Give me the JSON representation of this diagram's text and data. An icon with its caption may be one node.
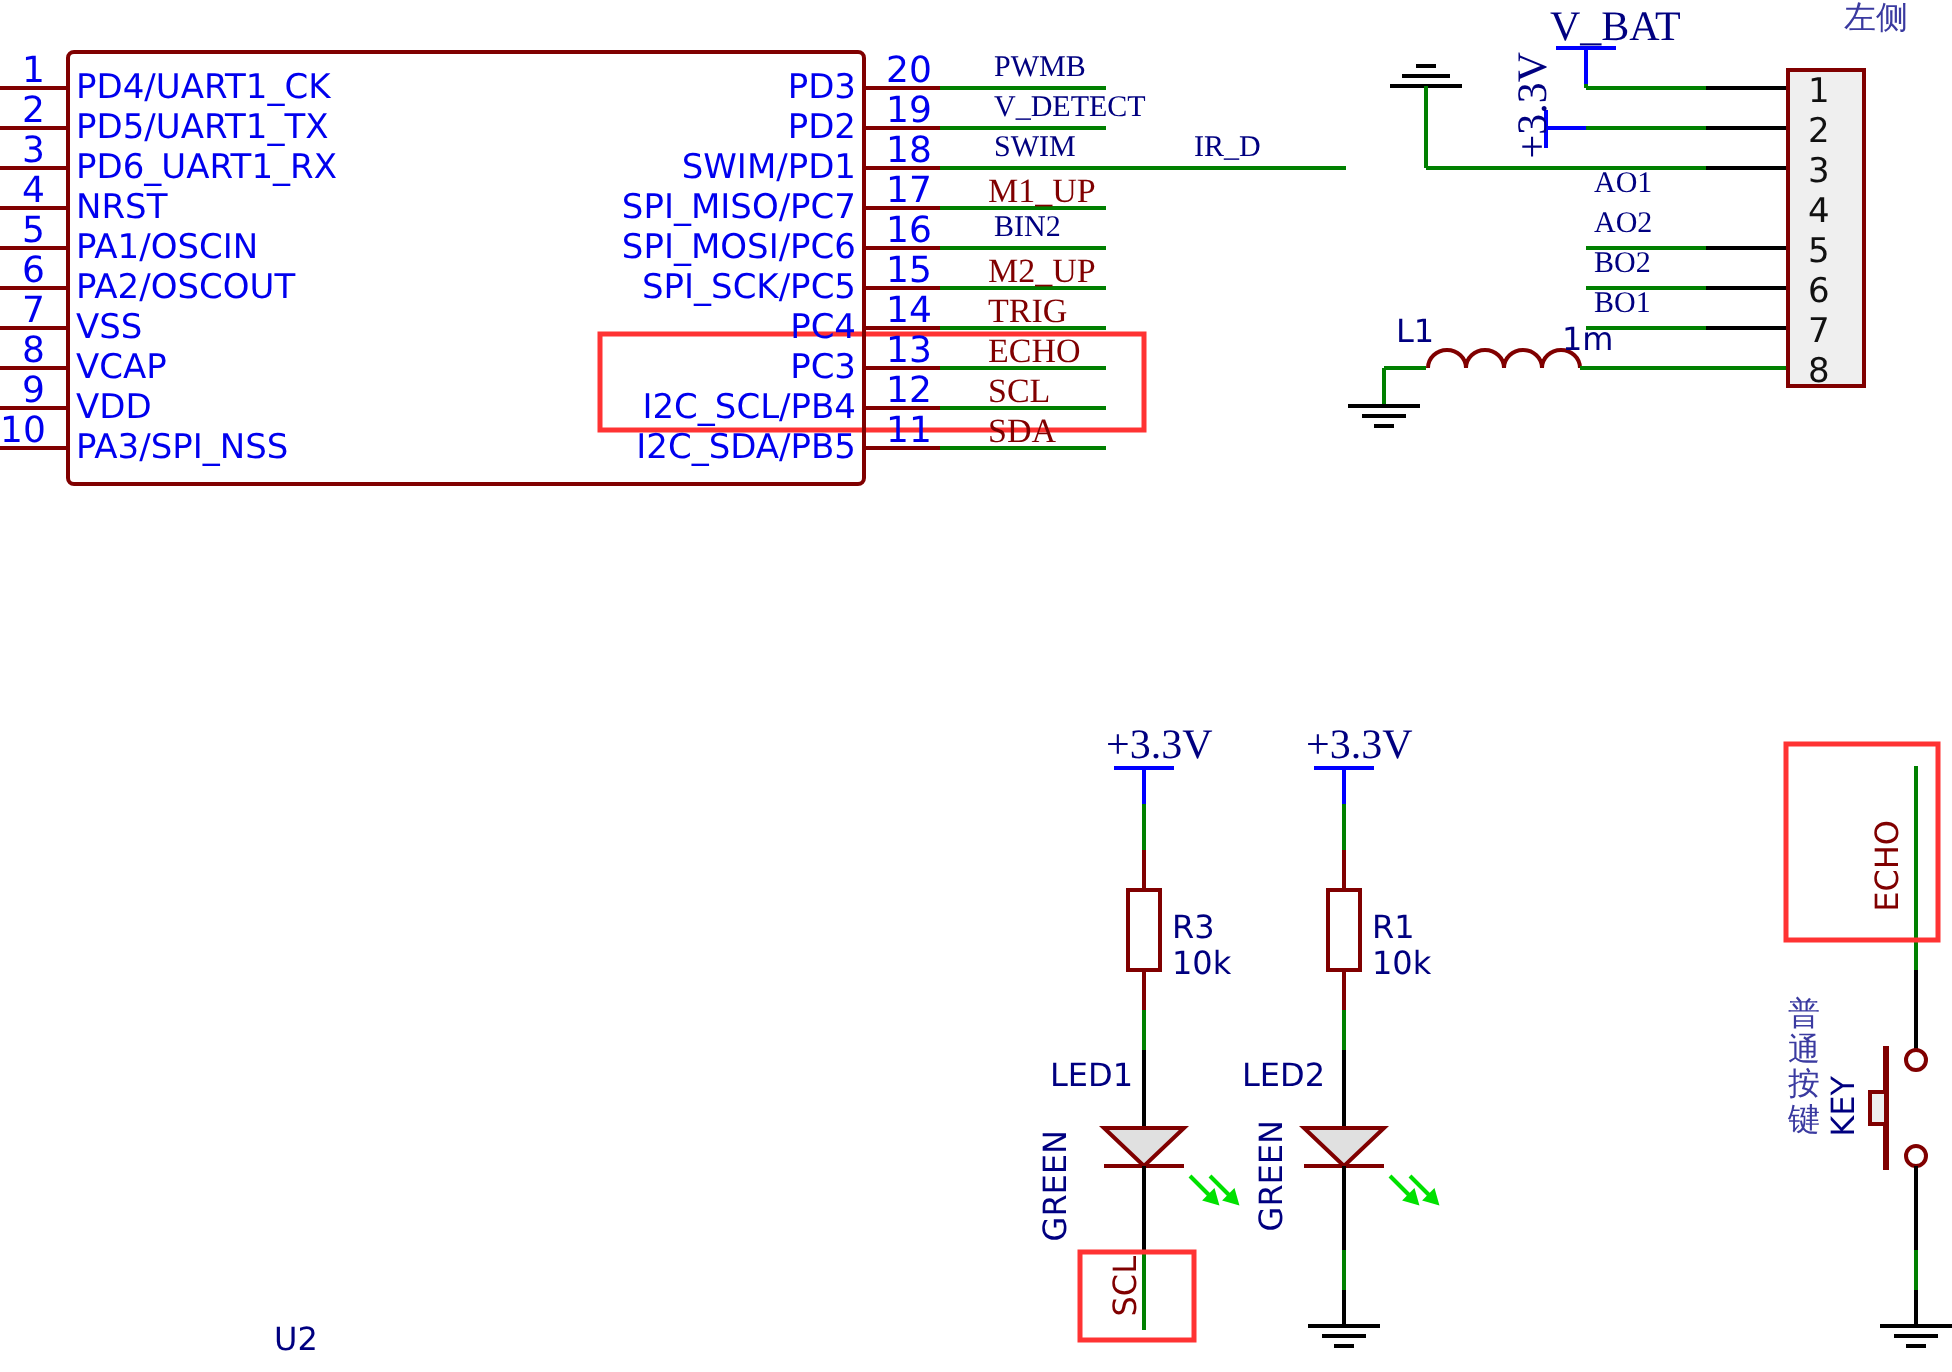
{
  "diagram": {
    "nodes": [
      {
        "text": [
          "PD4/UART1_CK",
          "PD5/UART1_TX",
          "PD6_UART1_RX",
          "NRST",
          "PA1/OSCIN",
          "PA2/OSCOUT",
          "VSS",
          "VCAP",
          "VDD",
          "PA3/SPI_NSS",
          "PD3",
          "PD2",
          "SWIM/PD1",
          "SPI_MISO/PC7",
          "SPI_MOSI/PC6",
          "SPI_SCK/PC5",
          "PC4",
          "PC3",
          "I2C_SCL/PB4",
          "I2C_SDA/PB5"
        ]
      },
      {
        "text": [
          "1",
          "2",
          "3",
          "4",
          "5",
          "6",
          "7",
          "8"
        ]
      }
    ],
    "labels": [
      "V_BAT",
      "左侧",
      "1",
      "2",
      "3",
      "4",
      "5",
      "6",
      "7",
      "8",
      "9",
      "10",
      "20",
      "19",
      "18",
      "17",
      "16",
      "15",
      "14",
      "13",
      "12",
      "11",
      "PWMB",
      "V_DETECT",
      "SWIM",
      "IR_D",
      "M1_UP",
      "BIN2",
      "M2_UP",
      "TRIG",
      "ECHO",
      "SCL",
      "SDA",
      "+3.3V",
      "AO1",
      "AO2",
      "BO2",
      "BO1",
      "L1",
      "1m",
      "+3.3V",
      "+3.3V",
      "R3",
      "10k",
      "R1",
      "10k",
      "ECHO",
      "LED1",
      "LED2",
      "普通按键",
      "KEY",
      "GREEN",
      "GREEN",
      "SCL",
      "U2"
    ]
  }
}
